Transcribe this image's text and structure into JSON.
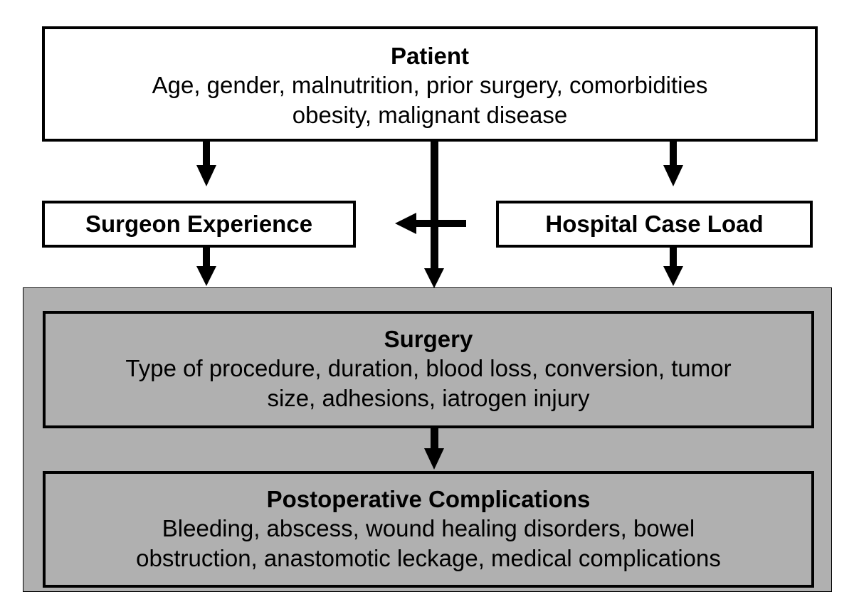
{
  "patient": {
    "title": "Patient",
    "line1": "Age, gender, malnutrition, prior surgery, comorbidities",
    "line2": "obesity, malignant disease"
  },
  "surgeon": {
    "title": "Surgeon Experience"
  },
  "hospital": {
    "title": "Hospital Case Load"
  },
  "surgery": {
    "title": "Surgery",
    "line1": "Type of procedure, duration, blood loss, conversion, tumor",
    "line2": "size, adhesions, iatrogen injury"
  },
  "postop": {
    "title": "Postoperative Complications",
    "line1": "Bleeding, abscess, wound healing disorders, bowel",
    "line2": "obstruction, anastomotic leckage, medical complications"
  },
  "colors": {
    "box_border": "#000000",
    "box_fill": "#ffffff",
    "outcome_fill": "#b0b0b0",
    "arrow": "#000000"
  }
}
